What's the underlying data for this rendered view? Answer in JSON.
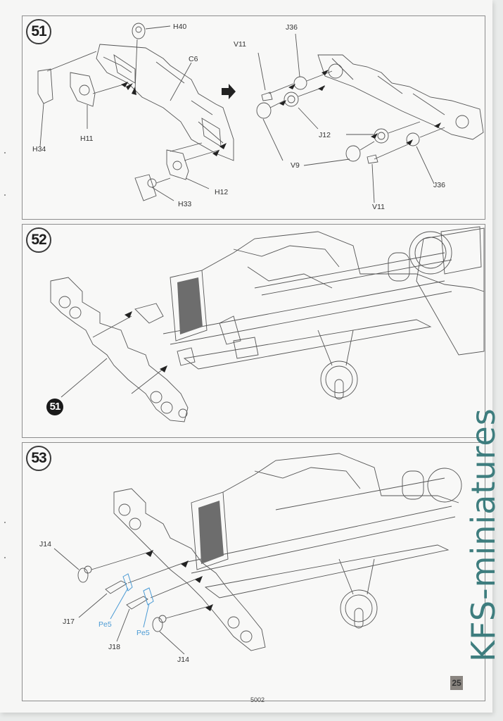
{
  "document": {
    "footer_code": "5002",
    "page_number": "25",
    "watermark": "KFS-miniatures"
  },
  "steps": [
    {
      "number": "51",
      "labels": {
        "H40": "H40",
        "C6": "C6",
        "H34": "H34",
        "H11": "H11",
        "H12": "H12",
        "H33": "H33",
        "V11_top": "V11",
        "J36_top": "J36",
        "J12": "J12",
        "V9": "V9",
        "J36_bottom": "J36",
        "V11_bottom": "V11"
      }
    },
    {
      "number": "52",
      "subassembly_ref": "51"
    },
    {
      "number": "53",
      "labels": {
        "J14_top": "J14",
        "J17": "J17",
        "Pe5_left": "Pe5",
        "J18": "J18",
        "Pe5_right": "Pe5",
        "J14_bottom": "J14"
      }
    }
  ],
  "colors": {
    "photo_etch_label": "#4a9ad4",
    "watermark": "#3e7d7e",
    "line": "#555555"
  }
}
